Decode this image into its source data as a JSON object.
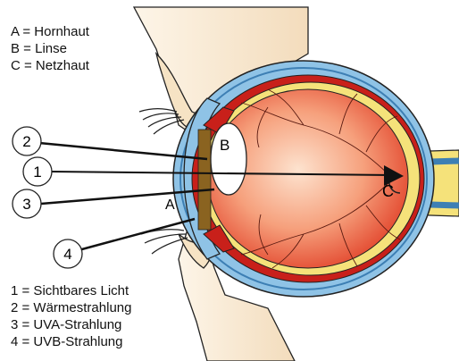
{
  "legend_structures": [
    "A = Hornhaut",
    "B = Linse",
    "C = Netzhaut"
  ],
  "legend_rays": [
    "1 = Sichtbares Licht",
    "2 = Wärmestrahlung",
    "3 = UVA-Strahlung",
    "4 = UVB-Strahlung"
  ],
  "markers": {
    "a": "A",
    "b": "B",
    "c": "C",
    "ray1": "1",
    "ray2": "2",
    "ray3": "3",
    "ray4": "4"
  },
  "colors": {
    "sclera_blue": "#8fc3e6",
    "sclera_dark_blue": "#3d7fb4",
    "choroid_red": "#c8201a",
    "retina_yellow": "#f5e27a",
    "vitreous_light": "#fbd2b6",
    "vitreous_dark": "#e8553a",
    "skin": "#f7e7cc"
  }
}
